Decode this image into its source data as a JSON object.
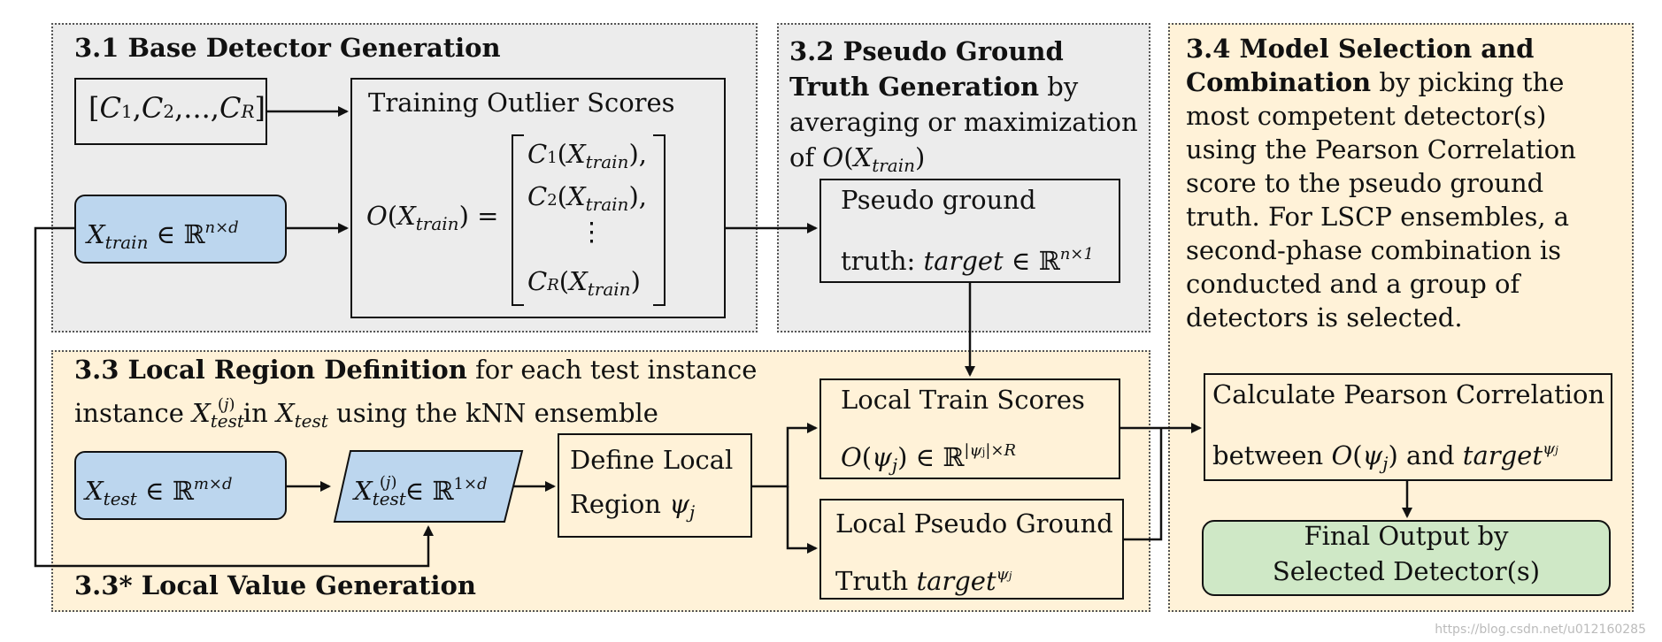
{
  "panels": {
    "p31": {
      "title": "3.1 Base Detector Generation"
    },
    "p32": {
      "title_bold": "3.2 Pseudo Ground Truth Generation",
      "title_rest": "by averaging or maximization of"
    },
    "p33": {
      "title_bold": "3.3 Local Region Definition",
      "title_rest": "for each test instance",
      "line2_mid": "in",
      "line2_end": "using the kNN ensemble",
      "footer": "3.3* Local Value Generation"
    },
    "p34": {
      "title_bold": "3.4 Model Selection and Combination",
      "title_rest": "by picking the most competent detector(s) using the Pearson Correlation score to the pseudo ground truth. For LSCP ensembles, a second-phase combination is conducted and a group of detectors is selected."
    }
  },
  "nodes": {
    "detector_list": "[C1, C2, ..., CR]",
    "x_train": "X_train ∈ ℝ^(n×d)",
    "training_scores_label": "Training Outlier Scores",
    "pseudo_gt_l1": "Pseudo ground",
    "pseudo_gt_l2": "truth:",
    "x_test": "X_test ∈ ℝ^(m×d)",
    "x_test_j": "X_test^(j) ∈ ℝ^(1×d)",
    "define_local_l1": "Define Local",
    "define_local_l2": "Region",
    "local_train_l1": "Local Train Scores",
    "local_pseudo_l1": "Local Pseudo Ground",
    "local_pseudo_l2": "Truth",
    "pearson_l1": "Calculate Pearson Correlation",
    "pearson_l2": "between",
    "pearson_and": "and",
    "final_l1": "Final Output by",
    "final_l2": "Selected Detector(s)"
  },
  "watermark": "https://blog.csdn.net/u012160285",
  "colors": {
    "gray_panel": "#ececec",
    "tan_panel": "#fff2d8",
    "blue_node": "#bcd6ee",
    "green_node": "#cfe8c6"
  }
}
